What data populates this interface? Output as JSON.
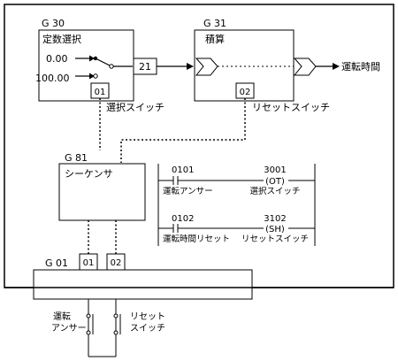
{
  "g30": {
    "id": "G 30",
    "title": "定数選択",
    "input_a": "0.00",
    "input_b": "100.00",
    "output_code": "21",
    "switch_code": "01",
    "switch_label": "選択スイッチ"
  },
  "g31": {
    "id": "G 31",
    "title": "積算",
    "output_label": "運転時間",
    "switch_code": "02",
    "switch_label": "リセットスイッチ"
  },
  "g81": {
    "id": "G 81",
    "title": "シーケンサ"
  },
  "ladder": {
    "rung1": {
      "contact_no": "0101",
      "contact_label": "運転アンサー",
      "coil_no": "3001",
      "coil_type": "(OT)",
      "coil_label": "選択スイッチ"
    },
    "rung2": {
      "contact_no": "0102",
      "contact_label": "運転時間リセット",
      "coil_no": "3102",
      "coil_type": "(SH)",
      "coil_label": "リセットスイッチ"
    }
  },
  "g01": {
    "id": "G 01",
    "port1": "01",
    "port2": "02"
  },
  "field": {
    "left_label_line1": "運転",
    "left_label_line2": "アンサー",
    "right_label_line1": "リセット",
    "right_label_line2": "スイッチ"
  }
}
